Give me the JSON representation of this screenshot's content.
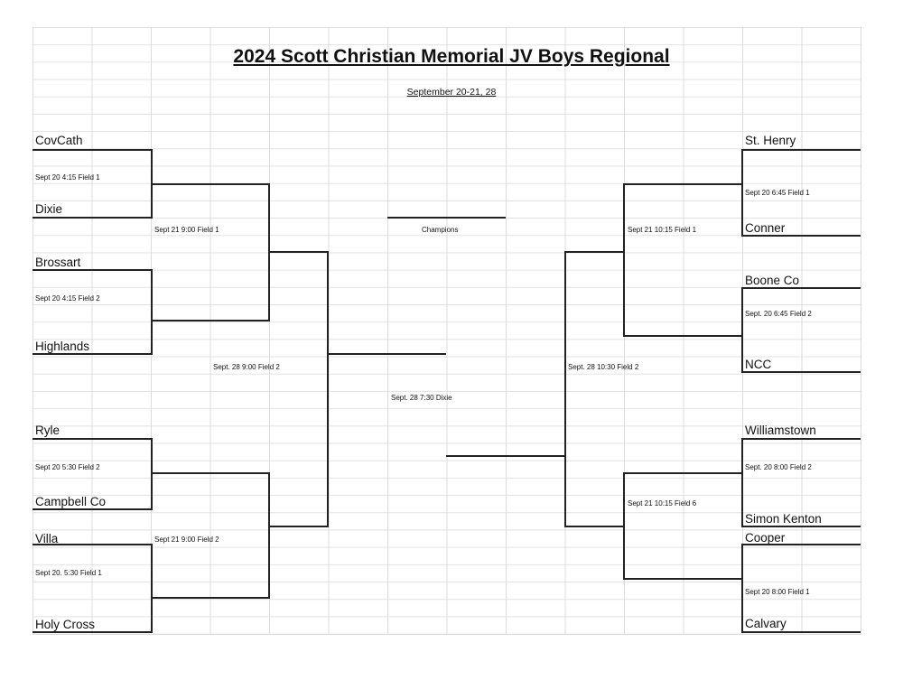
{
  "title": "2024 Scott Christian Memorial JV Boys Regional",
  "subtitle": "September  20-21, 28",
  "left_round1": [
    {
      "team_a": "CovCath",
      "team_b": "Dixie",
      "game": "Sept 20 4:15  Field 1"
    },
    {
      "team_a": "Brossart",
      "team_b": "Highlands",
      "game": "Sept 20  4:15 Field 2"
    },
    {
      "team_a": "Ryle",
      "team_b": "Campbell Co",
      "game": "Sept 20   5:30 Field 2"
    },
    {
      "team_a": "Villa",
      "team_b": "Holy Cross",
      "game": "Sept 20. 5:30 Field 1"
    }
  ],
  "right_round1": [
    {
      "team_a": "St. Henry",
      "team_b": "Conner",
      "game": "Sept 20  6:45 Field 1"
    },
    {
      "team_a": "Boone Co",
      "team_b": "NCC",
      "game": "Sept. 20   6:45 Field 2"
    },
    {
      "team_a": "Williamstown",
      "team_b": "Simon Kenton",
      "game": "Sept. 20   8:00 Field 2"
    },
    {
      "team_a": "Cooper",
      "team_b": "Calvary",
      "game": "Sept 20  8:00 Field 1"
    }
  ],
  "left_round2": [
    "Sept 21   9:00 Field 1",
    "Sept 21  9:00 Field 2"
  ],
  "right_round2": [
    "Sept 21   10:15 Field 1",
    "Sept 21    10:15 Field 6"
  ],
  "semifinals": {
    "left": "Sept. 28  9:00 Field 2",
    "right": "Sept. 28  10:30 Field 2"
  },
  "final": {
    "game": "Sept. 28   7:30  Dixie",
    "champions_label": "Champions"
  }
}
